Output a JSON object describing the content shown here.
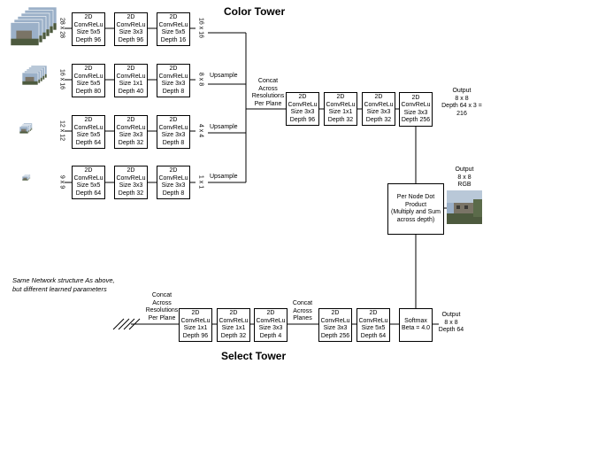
{
  "color_tower": {
    "title": "Color Tower",
    "rows": [
      {
        "size": "28 x 28",
        "blocks": [
          [
            "2D",
            "ConvReLu",
            "Size 5x5",
            "Depth 96"
          ],
          [
            "2D",
            "ConvReLu",
            "Size 3x3",
            "Depth 96"
          ],
          [
            "2D",
            "ConvReLu",
            "Size 5x5",
            "Depth 16"
          ]
        ],
        "out": "16 x 16",
        "upsample": ""
      },
      {
        "size": "16 x 16",
        "blocks": [
          [
            "2D",
            "ConvReLu",
            "Size 5x5",
            "Depth 80"
          ],
          [
            "2D",
            "ConvReLu",
            "Size 1x1",
            "Depth 40"
          ],
          [
            "2D",
            "ConvReLu",
            "Size 3x3",
            "Depth 8"
          ]
        ],
        "out": "8 x 8",
        "upsample": "Upsample"
      },
      {
        "size": "12 x 12",
        "blocks": [
          [
            "2D",
            "ConvReLu",
            "Size 5x5",
            "Depth 64"
          ],
          [
            "2D",
            "ConvReLu",
            "Size 3x3",
            "Depth 32"
          ],
          [
            "2D",
            "ConvReLu",
            "Size 3x3",
            "Depth 8"
          ]
        ],
        "out": "4 x 4",
        "upsample": "Upsample"
      },
      {
        "size": "9 x 9",
        "blocks": [
          [
            "2D",
            "ConvReLu",
            "Size 5x5",
            "Depth 64"
          ],
          [
            "2D",
            "ConvReLu",
            "Size 3x3",
            "Depth 32"
          ],
          [
            "2D",
            "ConvReLu",
            "Size 3x3",
            "Depth 8"
          ]
        ],
        "out": "1 x 1",
        "upsample": "Upsample"
      }
    ],
    "concat": [
      "Concat",
      "Across",
      "Resolutions",
      "Per Plane"
    ],
    "post_blocks": [
      [
        "2D",
        "ConvReLu",
        "Size 3x3",
        "Depth 96"
      ],
      [
        "2D",
        "ConvReLu",
        "Size 1x1",
        "Depth 32"
      ],
      [
        "2D",
        "ConvReLu",
        "Size 3x3",
        "Depth 32"
      ],
      [
        "2D",
        "ConvReLu",
        "Size 3x3",
        "Depth 256"
      ]
    ],
    "output": [
      "Output",
      "8 x 8",
      "Depth 64 x 3 =",
      "216"
    ]
  },
  "dot_product": [
    "Per Node Dot",
    "Product",
    "(Multiply and Sum",
    "across depth)"
  ],
  "rgb_output": [
    "Output",
    "8 x 8",
    "RGB"
  ],
  "select_tower": {
    "title": "Select Tower",
    "note": [
      "Same Network structure As above,",
      "but different learned parameters"
    ],
    "concat1": [
      "Concat",
      "Across",
      "Resolutions",
      "Per Plane"
    ],
    "blocks1": [
      [
        "2D",
        "ConvReLu",
        "Size 1x1",
        "Depth 96"
      ],
      [
        "2D",
        "ConvReLu",
        "Size 1x1",
        "Depth 32"
      ],
      [
        "2D",
        "ConvReLu",
        "Size 3x3",
        "Depth 4"
      ]
    ],
    "concat2": [
      "Concat",
      "Across",
      "Planes"
    ],
    "blocks2": [
      [
        "2D",
        "ConvReLu",
        "Size 3x3",
        "Depth 256"
      ],
      [
        "2D",
        "ConvReLu",
        "Size 5x5",
        "Depth 64"
      ]
    ],
    "softmax": [
      "Softmax",
      "Beta = 4.0"
    ],
    "output": [
      "Output",
      "8 x 8",
      "Depth 64"
    ]
  },
  "colors": {
    "line": "#000000",
    "sky": "#9bb0c8",
    "building": "#7a7466",
    "ground": "#4d5a3e"
  }
}
